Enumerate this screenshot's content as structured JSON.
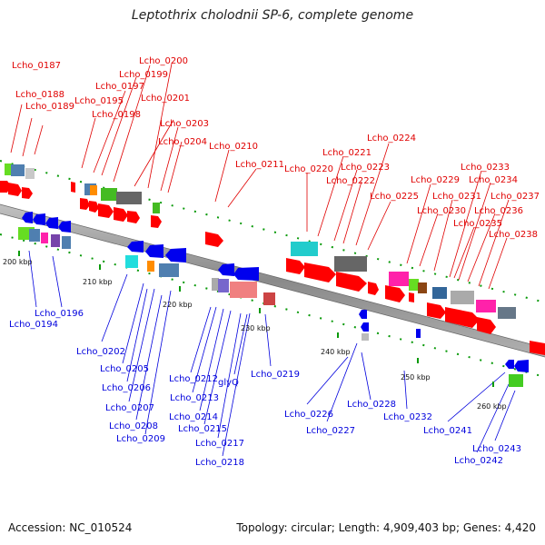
{
  "header": {
    "title": "Leptothrix cholodnii SP-6, complete genome"
  },
  "footer": {
    "accession": "Accession: NC_010524",
    "summary": "Topology: circular; Length: 4,909,403 bp; Genes: 4,420"
  },
  "axis_ticks": [
    "200 kbp",
    "210 kbp",
    "220 kbp",
    "230 kbp",
    "240 kbp",
    "250 kbp",
    "260 kbp"
  ],
  "top_labels": [
    "Lcho_0187",
    "Lcho_0188",
    "Lcho_0189",
    "Lcho_0195",
    "Lcho_0197",
    "Lcho_0198",
    "Lcho_0199",
    "Lcho_0200",
    "Lcho_0201",
    "Lcho_0203",
    "Lcho_0204",
    "Lcho_0210",
    "Lcho_0211",
    "Lcho_0220",
    "Lcho_0221",
    "Lcho_0222",
    "Lcho_0223",
    "Lcho_0224",
    "Lcho_0225",
    "Lcho_0229",
    "Lcho_0230",
    "Lcho_0231",
    "Lcho_0233",
    "Lcho_0234",
    "Lcho_0235",
    "Lcho_0236",
    "Lcho_0237",
    "Lcho_0238"
  ],
  "bottom_labels": [
    "Lcho_0194",
    "Lcho_0196",
    "Lcho_0202",
    "Lcho_0205",
    "Lcho_0206",
    "Lcho_0207",
    "Lcho_0208",
    "Lcho_0209",
    "Lcho_0212",
    "Lcho_0213",
    "Lcho_0214",
    "Lcho_0215",
    "Lcho_0217",
    "Lcho_0218",
    "glyQ",
    "Lcho_0219",
    "Lcho_0226",
    "Lcho_0227",
    "Lcho_0228",
    "Lcho_0232",
    "Lcho_0241",
    "Lcho_0242",
    "Lcho_0243"
  ],
  "colors": {
    "forward_gene": "#ff0000",
    "reverse_gene": "#0000ee",
    "top_label": "#e00000",
    "bottom_label": "#0000dd",
    "backbone": "#808080"
  }
}
